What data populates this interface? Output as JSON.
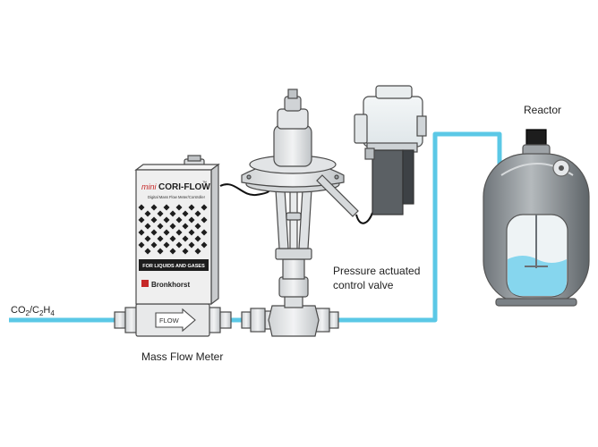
{
  "diagram": {
    "inlet": {
      "base": "CO",
      "sub1": "2",
      "sep": "/C",
      "sub2": "2",
      "mid": "H",
      "sub3": "4"
    },
    "labels": {
      "mass_flow_meter": "Mass Flow Meter",
      "valve_line1": "Pressure actuated",
      "valve_line2": "control valve",
      "reactor": "Reactor"
    },
    "device": {
      "brand_prefix": "mini",
      "model": "CORI-FLOW",
      "trademark": "™",
      "subtitle": "Digital Mass Flow Meter/Controller",
      "banner": "FOR LIQUIDS AND GASES",
      "maker": "Bronkhorst",
      "flow_text": "FLOW"
    },
    "colors": {
      "pipe": "#5bc8e6",
      "pipe_dark": "#2aa9d2",
      "liquid": "#86d6ee",
      "device_body": "#eeeeee",
      "outline": "#4a4a4a",
      "reactor_body": "#8f959a"
    }
  }
}
